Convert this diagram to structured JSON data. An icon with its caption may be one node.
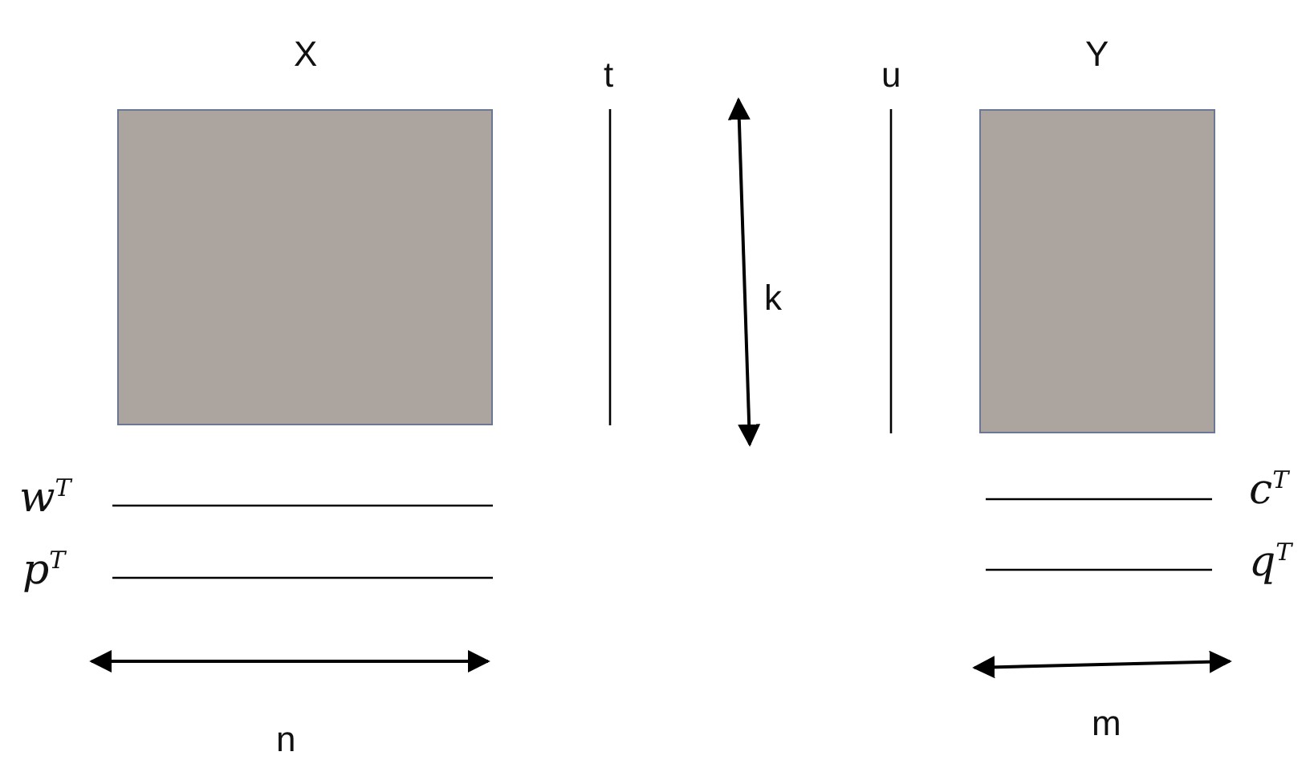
{
  "diagram": {
    "nodes": [
      {
        "text": [
          "X"
        ]
      },
      {
        "text": [
          "Y"
        ]
      }
    ],
    "labels": [
      "t",
      "u",
      "k",
      "w$^{T}$",
      "c$^{T}$",
      "p$^{T}$",
      "q$^{T}$",
      "n",
      "m"
    ]
  }
}
